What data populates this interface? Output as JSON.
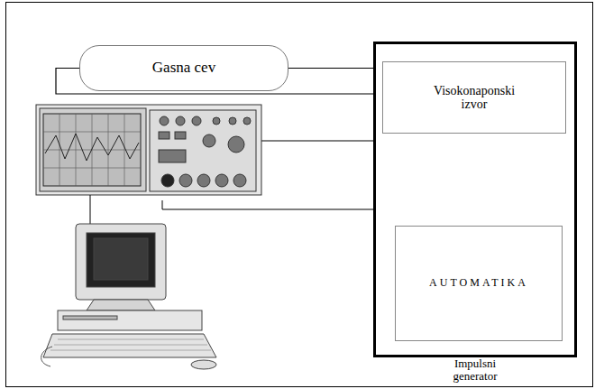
{
  "diagram": {
    "nodes": [
      {
        "text": [
          "Gasna cev"
        ]
      },
      {
        "text": [
          "Impulsni generator"
        ]
      },
      {
        "text": [
          "Visokonaponski izvor"
        ],
        "in": 1
      },
      {
        "text": [
          "AUTOMATIKA"
        ],
        "in": 1
      }
    ],
    "edges": [
      {
        "from": 0,
        "to": 2,
        "arrow": "none"
      },
      {
        "from": 0,
        "to": 2,
        "arrow": "none"
      }
    ]
  }
}
